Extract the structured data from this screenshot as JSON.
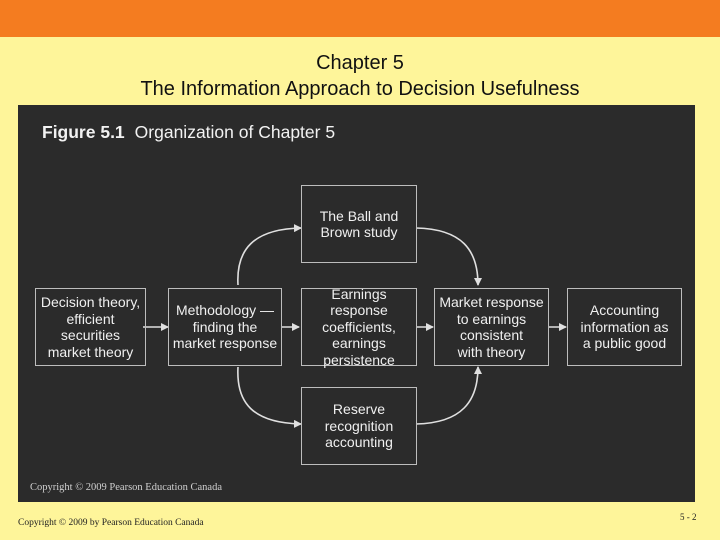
{
  "slide": {
    "title_line1": "Chapter 5",
    "title_line2": "The Information Approach to Decision Usefulness",
    "footer_copyright": "Copyright © 2009 by Pearson Education Canada",
    "page_number": "5 - 2"
  },
  "figure": {
    "label": "Figure 5.1",
    "caption": "Organization of Chapter 5",
    "copyright": "Copyright © 2009 Pearson Education Canada",
    "nodes": {
      "decision_theory": "Decision theory,\nefficient\nsecurities\nmarket theory",
      "methodology": "Methodology —\nfinding the\nmarket response",
      "ball_brown": "The Ball and\nBrown study",
      "earnings_response": "Earnings response\ncoefficients,\nearnings\npersistence",
      "reserve_recognition": "Reserve\nrecognition\naccounting",
      "market_response": "Market response\nto earnings\nconsistent\nwith theory",
      "accounting_public_good": "Accounting\ninformation as\na public good"
    }
  },
  "colors": {
    "top_bar": "#f47c20",
    "slide_background": "#fef59a",
    "figure_background": "#2b2b2b"
  }
}
